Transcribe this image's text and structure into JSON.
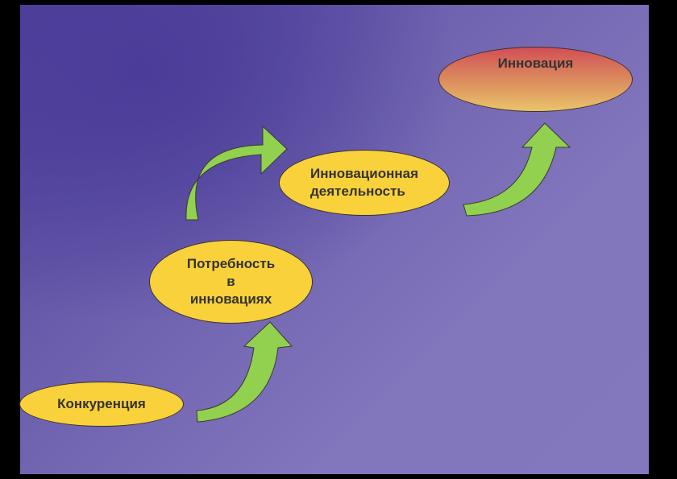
{
  "diagram": {
    "nodes": [
      {
        "id": "competition",
        "label": "Конкуренция"
      },
      {
        "id": "need",
        "label": "Потребность\nв\nинновациях"
      },
      {
        "id": "activity",
        "label": "Инновационная\nдеятельность"
      },
      {
        "id": "innovation",
        "label": "Инновация"
      }
    ],
    "edges": [
      {
        "from": "competition",
        "to": "need"
      },
      {
        "from": "need",
        "to": "activity"
      },
      {
        "from": "activity",
        "to": "innovation"
      }
    ]
  },
  "colors": {
    "node_fill": "#f9d13a",
    "arrow_fill": "#92d050",
    "innovation_top": "#d24f55",
    "innovation_bottom": "#e9c46a"
  }
}
